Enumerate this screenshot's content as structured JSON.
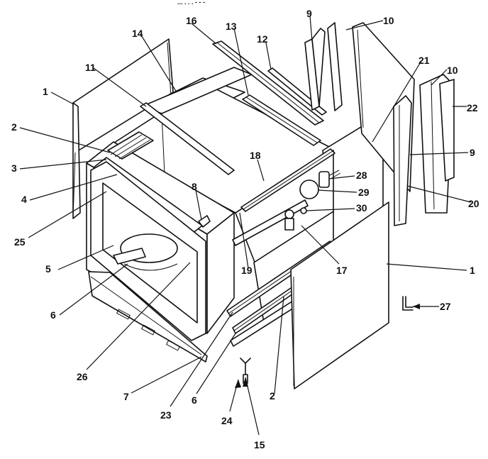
{
  "diagram": {
    "top_cut_text": "... . . . - - -",
    "callouts": {
      "c1a": "1",
      "c1b": "1",
      "c2a": "2",
      "c2b": "2",
      "c3": "3",
      "c4": "4",
      "c5": "5",
      "c6a": "6",
      "c6b": "6",
      "c7": "7",
      "c8": "8",
      "c9a": "9",
      "c9b": "9",
      "c10a": "10",
      "c10b": "10",
      "c11": "11",
      "c12": "12",
      "c13": "13",
      "c14": "14",
      "c15": "15",
      "c16": "16",
      "c17": "17",
      "c18": "18",
      "c19": "19",
      "c20": "20",
      "c21": "21",
      "c22": "22",
      "c23": "23",
      "c24": "24",
      "c25": "25",
      "c26": "26",
      "c27": "27",
      "c28": "28",
      "c29": "29",
      "c30": "30"
    }
  }
}
